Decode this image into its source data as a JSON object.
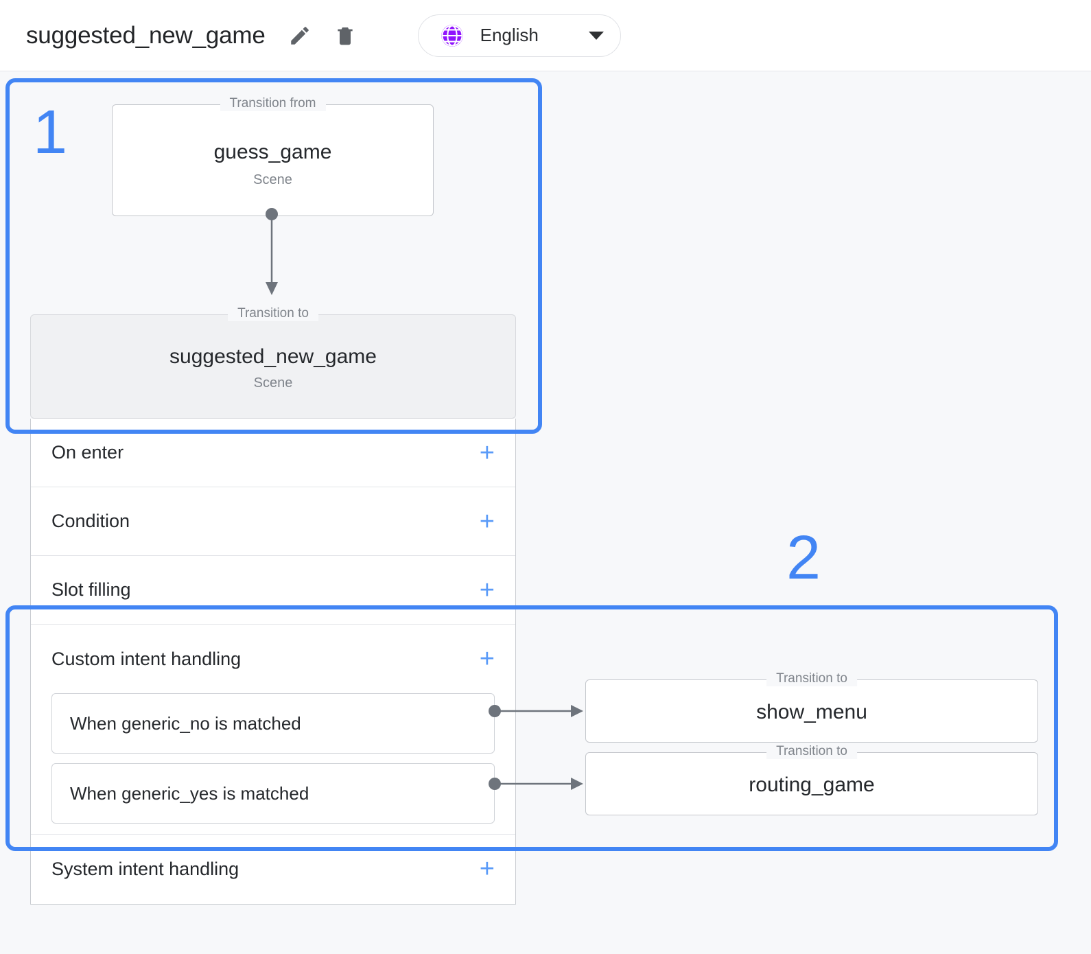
{
  "header": {
    "title": "suggested_new_game",
    "edit_icon": "pencil-icon",
    "delete_icon": "trash-icon",
    "language": {
      "icon": "globe-icon",
      "label": "English",
      "caret": "chevron-down-icon",
      "icon_color": "#9013FE"
    }
  },
  "annotations": [
    {
      "number": "1"
    },
    {
      "number": "2"
    }
  ],
  "colors": {
    "accent_blue": "#4285F4",
    "plus_blue": "#5B9BF8",
    "page_background": "#F7F8FA",
    "node_grey_fill": "#F0F1F3",
    "connector_grey": "#6E747C"
  },
  "graph": {
    "transition_from": {
      "legend": "Transition from",
      "name": "guess_game",
      "type": "Scene"
    },
    "transition_to_current": {
      "legend": "Transition to",
      "name": "suggested_new_game",
      "type": "Scene"
    }
  },
  "scene_sections": [
    {
      "label": "On enter",
      "add_icon": "plus-icon"
    },
    {
      "label": "Condition",
      "add_icon": "plus-icon"
    },
    {
      "label": "Slot filling",
      "add_icon": "plus-icon"
    },
    {
      "label": "Custom intent handling",
      "add_icon": "plus-icon",
      "items": [
        {
          "label": "When generic_no is matched"
        },
        {
          "label": "When generic_yes is matched"
        }
      ]
    },
    {
      "label": "System intent handling",
      "add_icon": "plus-icon"
    }
  ],
  "transition_targets": [
    {
      "legend": "Transition to",
      "name": "show_menu"
    },
    {
      "legend": "Transition to",
      "name": "routing_game"
    }
  ]
}
